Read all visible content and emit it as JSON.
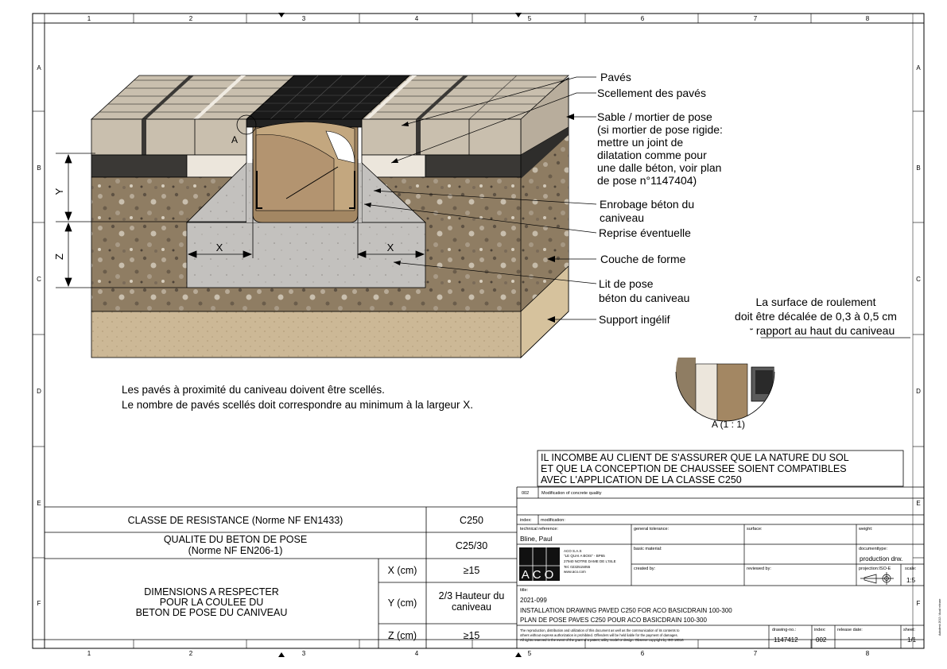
{
  "frame": {
    "columns": [
      "1",
      "2",
      "3",
      "4",
      "5",
      "6",
      "7",
      "8"
    ],
    "rows": [
      "A",
      "B",
      "C",
      "D",
      "E",
      "F"
    ],
    "side_note": "Autodesk 2012 / Acad release"
  },
  "callouts": {
    "paves": "Pavés",
    "scellement": "Scellement des pavés",
    "sable": [
      "Sable / mortier de pose",
      "(si mortier de pose rigide:",
      "mettre un joint de",
      "dilatation comme pour",
      "une dalle béton, voir plan",
      "de pose n°1147404)"
    ],
    "enrobage": [
      "Enrobage béton du",
      "caniveau"
    ],
    "reprise": "Reprise éventuelle",
    "couche": "Couche de forme",
    "lit": [
      "Lit de pose",
      "béton du caniveau"
    ],
    "support": "Support ingélif",
    "detail_marker": "A",
    "dim_x": "X",
    "dim_y": "Y",
    "dim_z": "Z"
  },
  "surface_note": [
    "La surface de roulement",
    "doit être décalée de 0,3 à 0,5 cm",
    "par rapport au haut du caniveau"
  ],
  "detail_label": "A  (1 : 1)",
  "paves_note": [
    "Les pavés à proximité du caniveau doivent être scellés.",
    "Le nombre de pavés scellés doit correspondre au minimum à la largeur X."
  ],
  "warning": [
    "IL INCOMBE AU CLIENT DE S'ASSURER QUE LA  NATURE DU SOL",
    "ET QUE LA CONCEPTION DE CHAUSSEE SOIENT COMPATIBLES",
    "AVEC L'APPLICATION DE LA CLASSE C250"
  ],
  "spec_table": {
    "classe_label": "CLASSE DE RESISTANCE (Norme NF EN1433)",
    "classe_value": "C250",
    "qualite_label": [
      "QUALITE DU BETON DE POSE",
      "(Norme NF EN206-1)"
    ],
    "qualite_value": "C25/30",
    "dim_label": [
      "DIMENSIONS A RESPECTER",
      "POUR LA COULEE DU",
      "BETON DE POSE DU CANIVEAU"
    ],
    "dims": [
      {
        "axis": "X (cm)",
        "value": "≥15"
      },
      {
        "axis": "Y (cm)",
        "value": "2/3 Hauteur du caniveau"
      },
      {
        "axis": "Z (cm)",
        "value": "≥15"
      }
    ]
  },
  "title_block": {
    "rev_index": "002",
    "rev_text": "Modification of concrete quality",
    "index_label": "index:",
    "modification_label": "modification:",
    "tech_ref_label": "technical reference:",
    "tech_ref_value": "Bline, Paul",
    "general_tol_label": "general tolerance:",
    "surface_label": "surface:",
    "weight_label": "weight:",
    "basic_material_label": "basic material:",
    "documenttype_label": "documenttype:",
    "documenttype_value": "production drw.",
    "created_by_label": "created by:",
    "reviewed_by_label": "reviewed by:",
    "projection_label": "projection:ISO-E",
    "scale_label": "scale:",
    "scale_value": "1:5",
    "logo": "ACO",
    "company": [
      "ACO S.A.S",
      "\"LE QUAI A BOIS\" - BP65",
      "27940 NOTRE DAME DE L'ISLE",
      "Tel. 0232515055",
      "www.aco.com"
    ],
    "title_label": "title:",
    "title_lines": [
      "2021-099",
      "INSTALLATION DRAWING PAVED C250 FOR ACO BASICDRAIN 100-300",
      "PLAN DE POSE PAVES C250 POUR ACO BASICDRAIN 100-300"
    ],
    "legal": [
      "The reproduction, distribution and utilization of this document as well as the communication of its contents to",
      "others without express authorization is prohibited. Offenders will be held liable for the payment of damages.",
      "All rights reserved in the event of the grant of a patent, utility model or design. Observe copyright by ISO 16016"
    ],
    "drawing_no_label": "drawing-no.:",
    "drawing_no": "1147412",
    "index2_label": "index:",
    "index2": "002",
    "release_label": "release date:",
    "sheet_label": "sheet:",
    "sheet_value": "1/1"
  }
}
